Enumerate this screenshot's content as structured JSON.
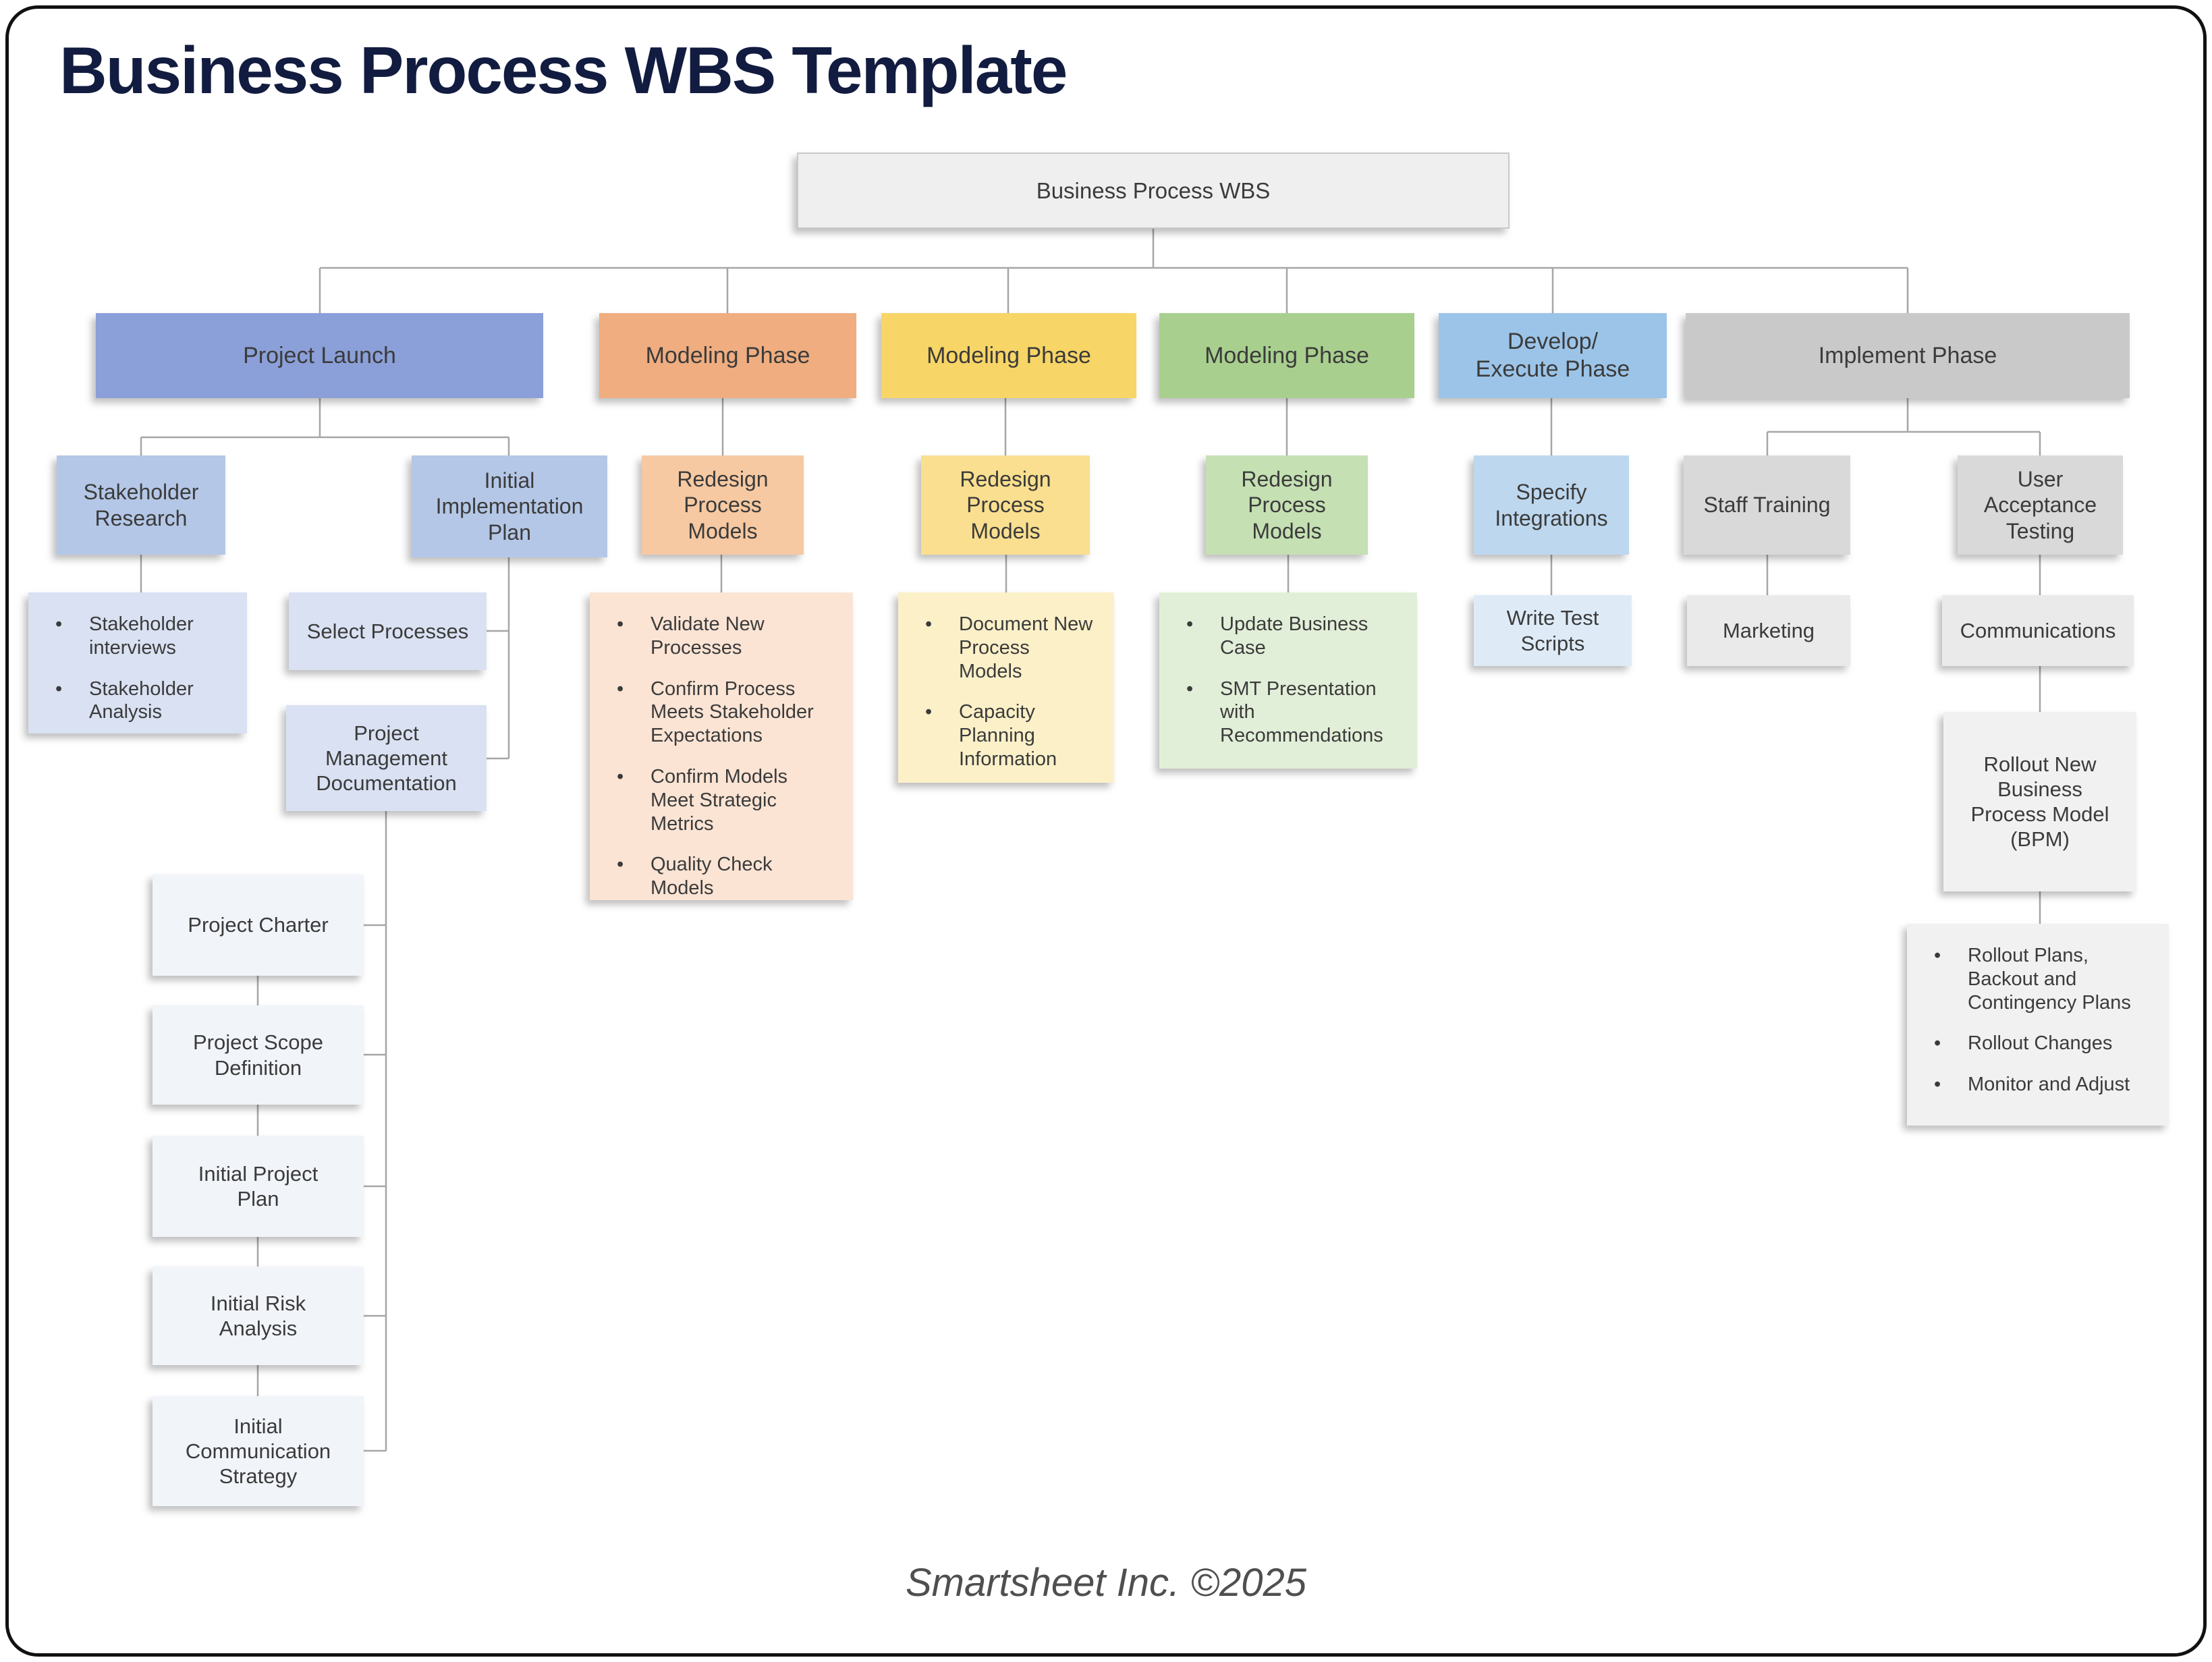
{
  "page": {
    "title": "Business Process WBS Template",
    "footer": "Smartsheet Inc. ©2025"
  },
  "palette": {
    "title_navy": "#121c40",
    "connector_gray": "#a6a6a6",
    "root_fill": "#efefef",
    "blue_phase": "#8b9fd8",
    "blue_l2": "#b4c7e7",
    "blue_l3": "#d9e1f2",
    "blue_l4": "#f1f4f9",
    "orange_phase": "#efad80",
    "orange_l2": "#f6c9a2",
    "orange_l3": "#fbe4d4",
    "yellow_phase": "#f7d566",
    "yellow_l2": "#f9df8f",
    "yellow_l3": "#fcf0c8",
    "green_phase": "#a8cf8e",
    "green_l2": "#c5e0b3",
    "green_l3": "#e2efd8",
    "skyblue_phase": "#9cc4e8",
    "skyblue_l2": "#bdd7ee",
    "skyblue_l3": "#deebf7",
    "gray_phase": "#c9c9c9",
    "gray_l2": "#d9d9d9",
    "gray_l3": "#eaeaea",
    "gray_l4": "#f1f1f1"
  },
  "tree": {
    "root": "Business Process WBS",
    "project_launch": {
      "phase": "Project Launch",
      "stakeholder_research": "Stakeholder Research",
      "stakeholder_bullets": [
        "Stakeholder interviews",
        "Stakeholder Analysis"
      ],
      "initial_implementation_plan": "Initial Implementation Plan",
      "select_processes": "Select Processes",
      "project_management_documentation": "Project Management Documentation",
      "documents": [
        "Project Charter",
        "Project Scope Definition",
        "Initial Project Plan",
        "Initial Risk Analysis",
        "Initial Communication Strategy"
      ]
    },
    "modeling_orange": {
      "phase": "Modeling Phase",
      "redesign": "Redesign Process Models",
      "bullets": [
        "Validate New Processes",
        "Confirm Process Meets Stakeholder Expectations",
        "Confirm Models Meet Strategic Metrics",
        "Quality Check Models"
      ]
    },
    "modeling_yellow": {
      "phase": "Modeling Phase",
      "redesign": "Redesign Process Models",
      "bullets": [
        "Document New Process Models",
        "Capacity Planning Information"
      ]
    },
    "modeling_green": {
      "phase": "Modeling Phase",
      "redesign": "Redesign Process Models",
      "bullets": [
        "Update Business Case",
        "SMT Presentation with Recommendations"
      ]
    },
    "develop_execute": {
      "phase": "Develop/\nExecute Phase",
      "specify_integrations": "Specify Integrations",
      "write_test_scripts": "Write Test Scripts"
    },
    "implement": {
      "phase": "Implement Phase",
      "staff_training": "Staff Training",
      "marketing": "Marketing",
      "user_acceptance_testing": "User Acceptance Testing",
      "communications": "Communications",
      "rollout_bpm": "Rollout New Business Process Model (BPM)",
      "rollout_bullets": [
        "Rollout Plans, Backout and Contingency Plans",
        "Rollout Changes",
        "Monitor and Adjust"
      ]
    }
  }
}
